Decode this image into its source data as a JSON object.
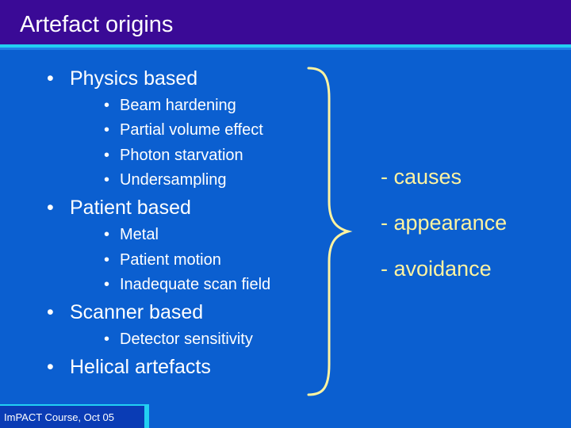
{
  "title": "Artefact origins",
  "bullet_char": "•",
  "groups": [
    {
      "label": "Physics based",
      "items": [
        "Beam hardening",
        "Partial volume effect",
        "Photon starvation",
        "Undersampling"
      ]
    },
    {
      "label": "Patient based",
      "items": [
        "Metal",
        "Patient motion",
        "Inadequate scan field"
      ]
    },
    {
      "label": "Scanner based",
      "items": [
        "Detector sensitivity"
      ]
    },
    {
      "label": "Helical artefacts",
      "items": []
    }
  ],
  "aspects": [
    "- causes",
    "- appearance",
    "- avoidance"
  ],
  "footer": "ImPACT Course, Oct 05",
  "colors": {
    "background": "#0B5FD0",
    "header": "#3A0A96",
    "accent": "#22D0F2",
    "aspect_text": "#FFF3A0",
    "brace": "#FFF3A0"
  }
}
